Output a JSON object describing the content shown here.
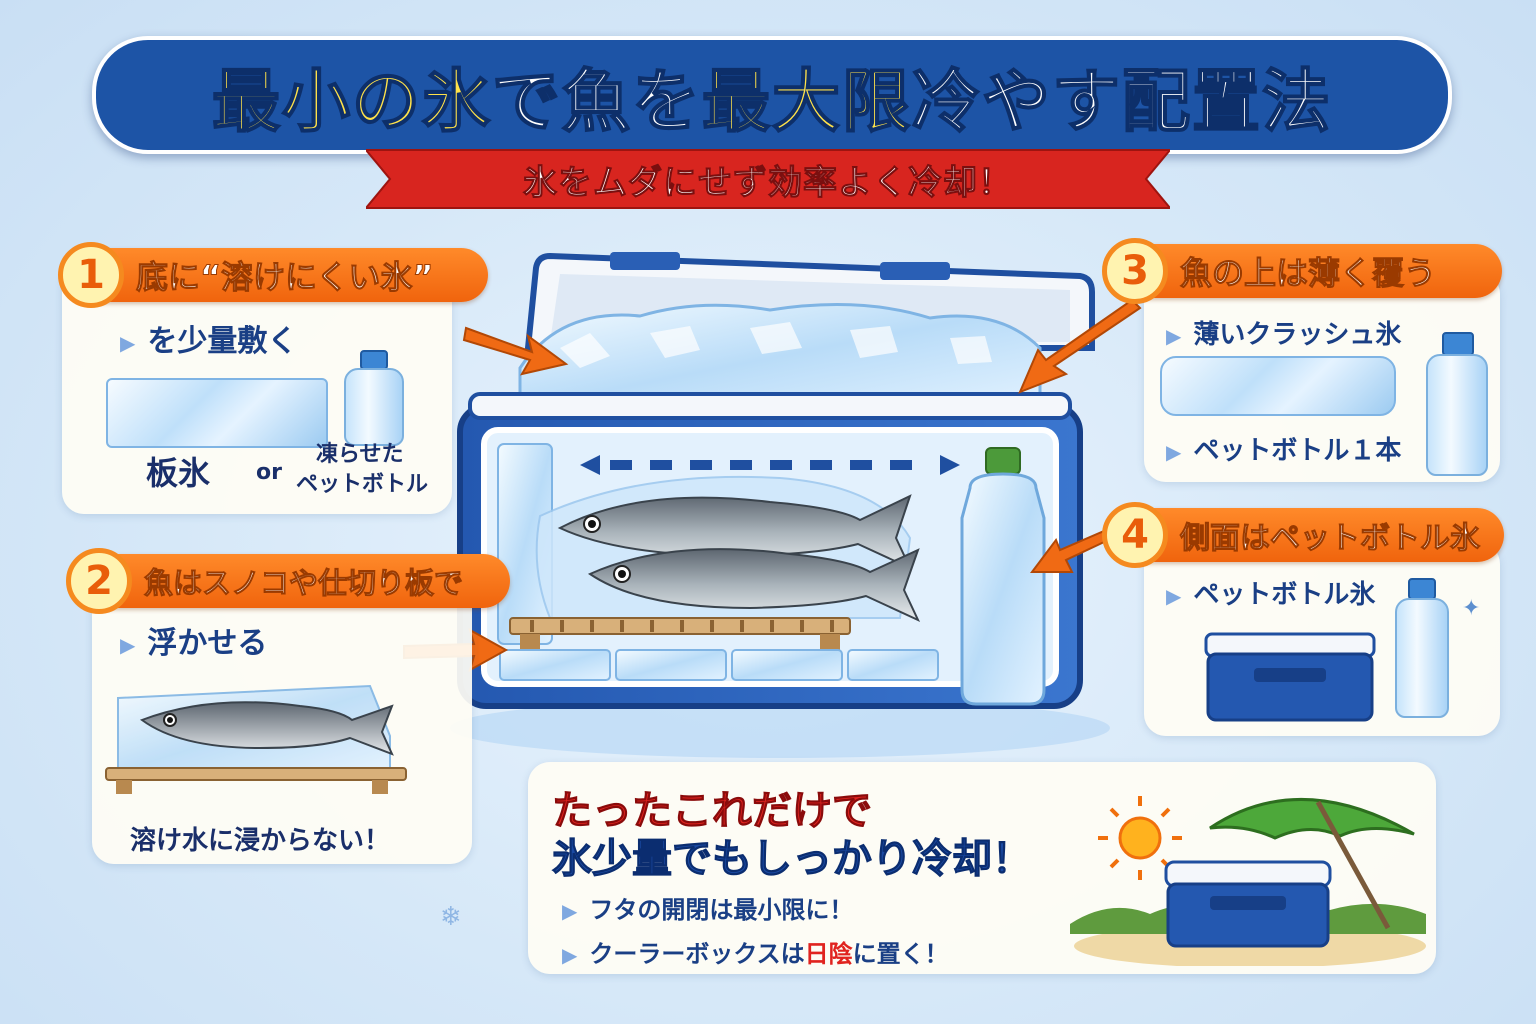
{
  "title": {
    "part1": "最小の氷",
    "part2": "で魚を",
    "part3": "最大限",
    "part4": "冷やす配置法"
  },
  "subtitle": "氷をムダにせず効率よく冷却！",
  "step1": {
    "number": "1",
    "heading": "底に“溶けにくい氷”",
    "bullet": "を少量敷く",
    "label_board_ice": "板氷",
    "label_or": "or",
    "label_bottle_line1": "凍らせた",
    "label_bottle_line2": "ペットボトル"
  },
  "step2": {
    "number": "2",
    "heading": "魚はスノコや仕切り板で",
    "bullet": "浮かせる",
    "caption": "溶け水に浸からない！"
  },
  "step3": {
    "number": "3",
    "heading": "魚の上は薄く覆う",
    "bullet1": "薄いクラッシュ氷",
    "bullet2": "ペットボトル１本"
  },
  "step4": {
    "number": "4",
    "heading": "側面はペットボトル氷",
    "bullet": "ペットボトル氷"
  },
  "summary": {
    "line1": "たったこれだけで",
    "line2": "氷少量でもしっかり冷却！",
    "tip1": "フタの開閉は最小限に！",
    "tip2_pre": "クーラーボックスは",
    "tip2_highlight": "日陰",
    "tip2_post": "に置く！"
  },
  "colors": {
    "title_bg": "#1d54a6",
    "title_yellow": "#ffe24a",
    "ribbon_red": "#d8251f",
    "step_orange": "#f0640d",
    "navy_text": "#1a2f6a",
    "accent_red": "#e0231f"
  },
  "icons": [
    "cooler-icon",
    "fish-icon",
    "ice-block-icon",
    "bottle-icon",
    "sun-icon",
    "umbrella-icon",
    "arrow-icon",
    "sparkle-icon"
  ]
}
